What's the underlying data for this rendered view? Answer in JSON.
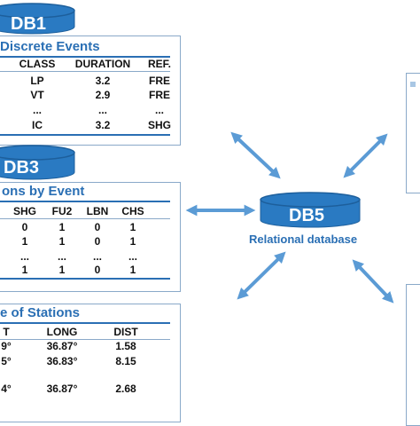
{
  "db1": {
    "label": "DB1",
    "title": "Discrete Events",
    "columns": [
      "CLASS",
      "DURATION",
      "REF."
    ],
    "rows": [
      [
        "LP",
        "3.2",
        "FRE"
      ],
      [
        "VT",
        "2.9",
        "FRE"
      ],
      [
        "...",
        "...",
        "..."
      ],
      [
        "IC",
        "3.2",
        "SHG"
      ]
    ]
  },
  "db3": {
    "label": "DB3",
    "title": "ons by Event",
    "columns": [
      "SHG",
      "FU2",
      "LBN",
      "CHS"
    ],
    "rows": [
      [
        "0",
        "1",
        "0",
        "1"
      ],
      [
        "1",
        "1",
        "0",
        "1"
      ],
      [
        "...",
        "...",
        "...",
        "..."
      ],
      [
        "1",
        "1",
        "0",
        "1"
      ]
    ]
  },
  "db_stations": {
    "title": "e of Stations",
    "columns": [
      "T",
      "LONG",
      "DIST"
    ],
    "rows": [
      [
        "9°",
        "36.87°",
        "1.58"
      ],
      [
        "5°",
        "36.83°",
        "8.15"
      ],
      [
        "",
        "",
        ""
      ],
      [
        "4°",
        "36.87°",
        "2.68"
      ]
    ]
  },
  "db5": {
    "label": "DB5",
    "subtitle": "Relational database"
  },
  "colors": {
    "db_fill": "#2a7ac2",
    "accent": "#2a6fb4",
    "arrow": "#5b9bd5"
  }
}
